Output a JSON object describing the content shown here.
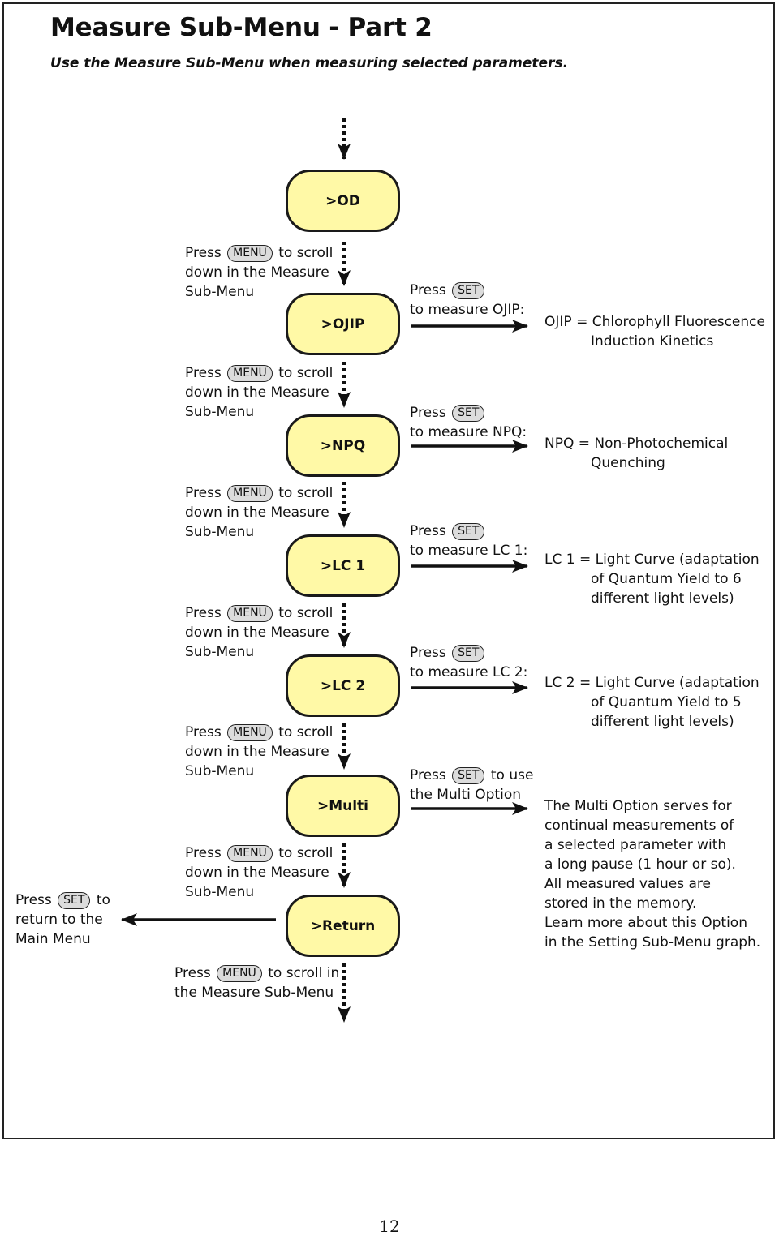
{
  "title": "Measure Sub-Menu - Part 2",
  "subtitle": "Use the Measure Sub-Menu when measuring selected parameters.",
  "keys": {
    "menu": "MENU",
    "set": "SET"
  },
  "nodes": [
    ">OD",
    ">OJIP",
    ">NPQ",
    ">LC 1",
    ">LC 2",
    ">Multi",
    ">Return"
  ],
  "scroll_hint": {
    "press": "Press",
    "after": "to scroll",
    "line2": "down in the Measure",
    "line3": "Sub-Menu"
  },
  "bottom_hint": {
    "press": "Press",
    "after": "to scroll  in",
    "line2": "the Measure Sub-Menu"
  },
  "return_hint": {
    "press": "Press",
    "after": "to",
    "line2": "return to the",
    "line3": "Main Menu"
  },
  "actions": [
    {
      "press": "Press",
      "after": "",
      "line2": "to measure OJIP:"
    },
    {
      "press": "Press",
      "after": "",
      "line2": "to measure NPQ:"
    },
    {
      "press": "Press",
      "after": "",
      "line2": "to measure LC 1:"
    },
    {
      "press": "Press",
      "after": "",
      "line2": "to measure LC 2:"
    },
    {
      "press": "Press",
      "after": "to use",
      "line2": "the Multi Option"
    }
  ],
  "descriptions": [
    [
      "OJIP = Chlorophyll Fluorescence",
      "Induction Kinetics"
    ],
    [
      "NPQ = Non-Photochemical",
      "Quenching"
    ],
    [
      "LC 1 = Light Curve (adaptation",
      "of Quantum Yield to 6",
      "different light levels)"
    ],
    [
      "LC 2 = Light Curve (adaptation",
      "of Quantum Yield to 5",
      "different light levels)"
    ],
    [
      "The Multi Option serves for",
      "continual measurements of",
      "a selected parameter with",
      "a long pause (1 hour or so).",
      "All measured values are",
      "stored in the memory.",
      "Learn more about this Option",
      "in the Setting Sub-Menu graph."
    ]
  ],
  "page_number": "12"
}
